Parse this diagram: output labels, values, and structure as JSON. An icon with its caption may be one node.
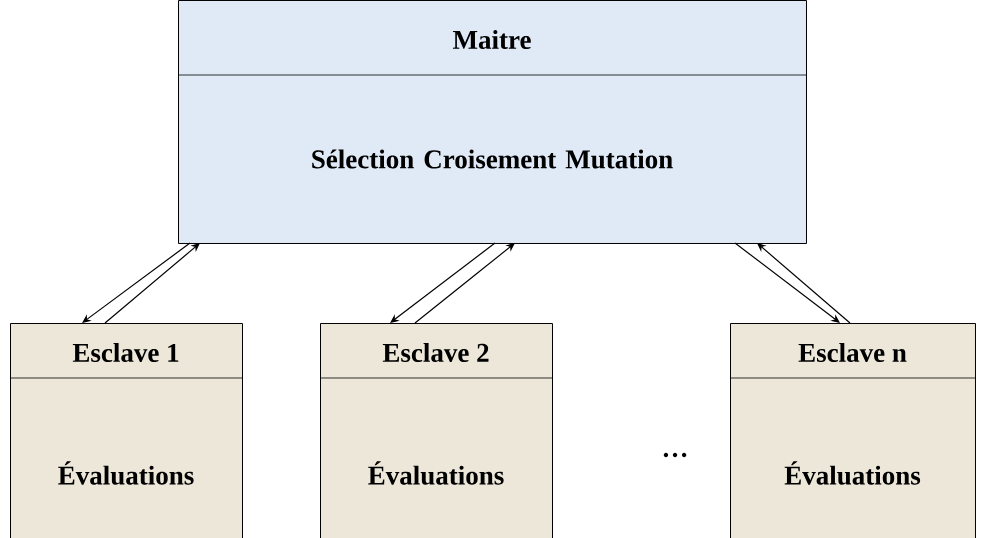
{
  "diagram": {
    "nodes": [
      {
        "text": [
          "Maitre",
          "Sélection Croisement Mutation"
        ]
      },
      {
        "text": [
          "Esclave 1",
          "Évaluations"
        ]
      },
      {
        "text": [
          "Esclave 2",
          "Évaluations"
        ]
      },
      {
        "text": [
          "Esclave n",
          "Évaluations"
        ]
      }
    ],
    "edges": [
      {
        "from": 0,
        "to": 1,
        "arrow": "to"
      },
      {
        "from": 1,
        "to": 0,
        "arrow": "to"
      },
      {
        "from": 0,
        "to": 2,
        "arrow": "to"
      },
      {
        "from": 2,
        "to": 0,
        "arrow": "to"
      },
      {
        "from": 0,
        "to": 3,
        "arrow": "to"
      },
      {
        "from": 3,
        "to": 0,
        "arrow": "to"
      }
    ],
    "labels": [
      "…"
    ]
  }
}
